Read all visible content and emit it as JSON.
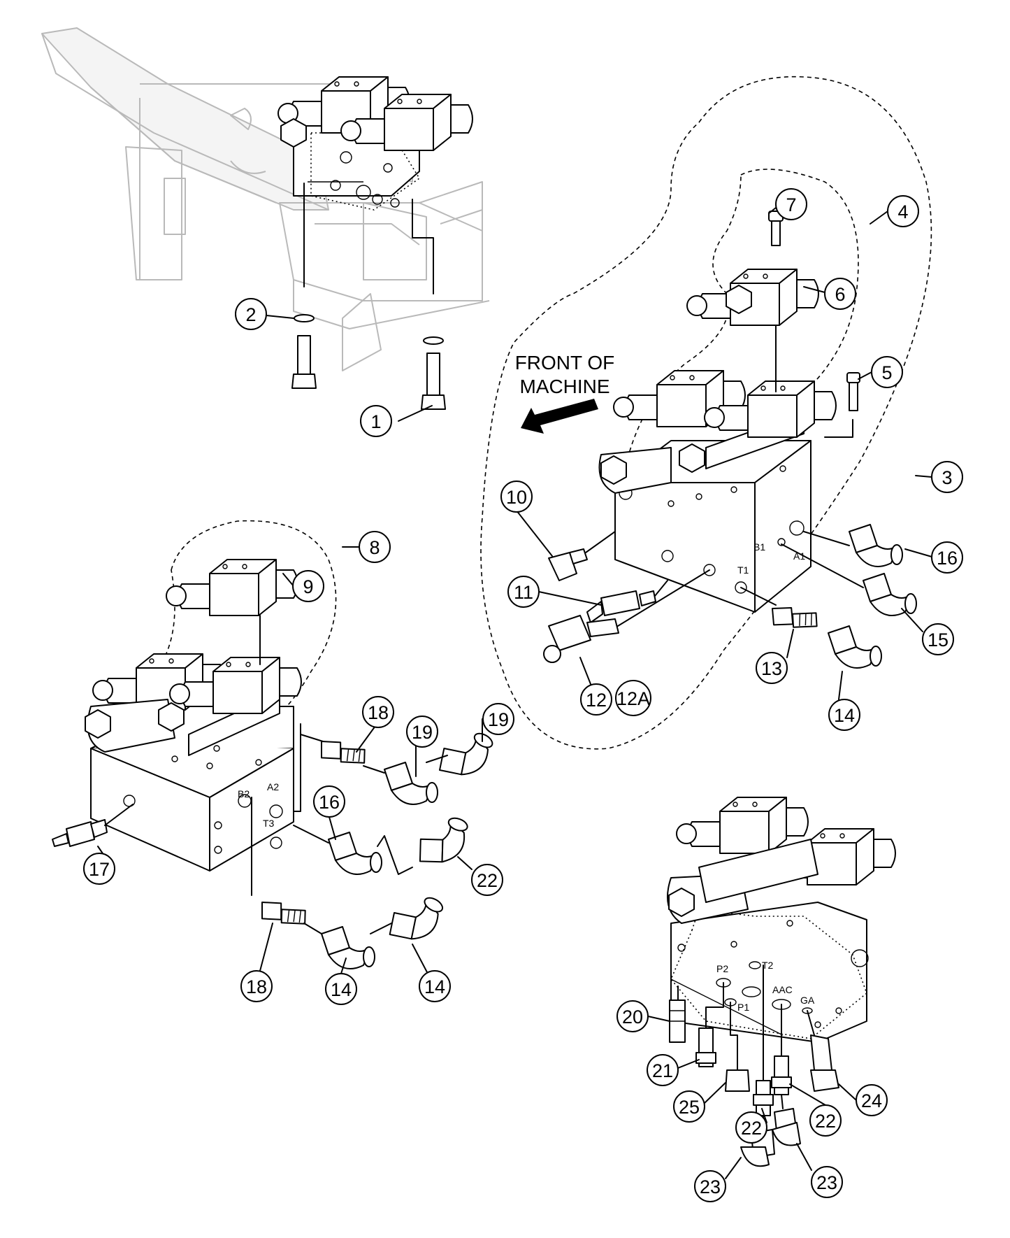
{
  "note": {
    "line1": "FRONT OF",
    "line2": "MACHINE"
  },
  "ports": {
    "b1": "B1",
    "a1": "A1",
    "t1": "T1",
    "b2": "B2",
    "a2": "A2",
    "t3": "T3",
    "p2": "P2",
    "t2": "T2",
    "p1": "P1",
    "aac": "AAC",
    "ga": "GA"
  },
  "callouts": [
    "1",
    "2",
    "3",
    "4",
    "5",
    "6",
    "7",
    "8",
    "9",
    "10",
    "11",
    "12",
    "12A",
    "13",
    "14",
    "15",
    "16",
    "17",
    "18",
    "19",
    "20",
    "21",
    "22",
    "23",
    "24",
    "25"
  ],
  "colors": {
    "frame": "#b9b9b9",
    "ink": "#000000"
  }
}
